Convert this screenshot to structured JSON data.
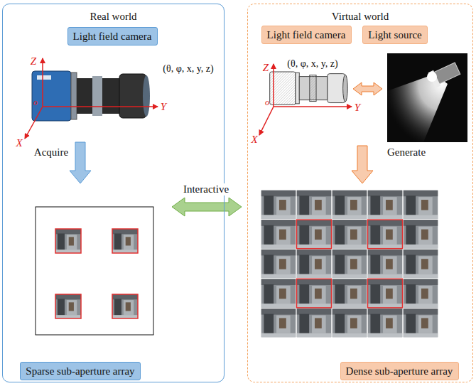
{
  "diagram": {
    "nodes": [
      {
        "text": [
          "Real world"
        ]
      },
      {
        "text": [
          "Light field camera"
        ],
        "in": 0
      },
      {
        "text": [
          "Sparse sub-aperture array"
        ],
        "in": 0
      },
      {
        "text": [
          "Virtual world"
        ]
      },
      {
        "text": [
          "Light field camera"
        ],
        "in": 3
      },
      {
        "text": [
          "Light source"
        ],
        "in": 3
      },
      {
        "text": [
          "Dense sub-aperture array"
        ],
        "in": 3
      }
    ],
    "labels": [
      "(θ, φ, x, y, z)",
      "Z",
      "Y",
      "X",
      "o",
      "Acquire",
      "Interactive",
      "(θ, φ, x, y, z)",
      "Z",
      "Y",
      "X",
      "o",
      "Generate"
    ]
  }
}
